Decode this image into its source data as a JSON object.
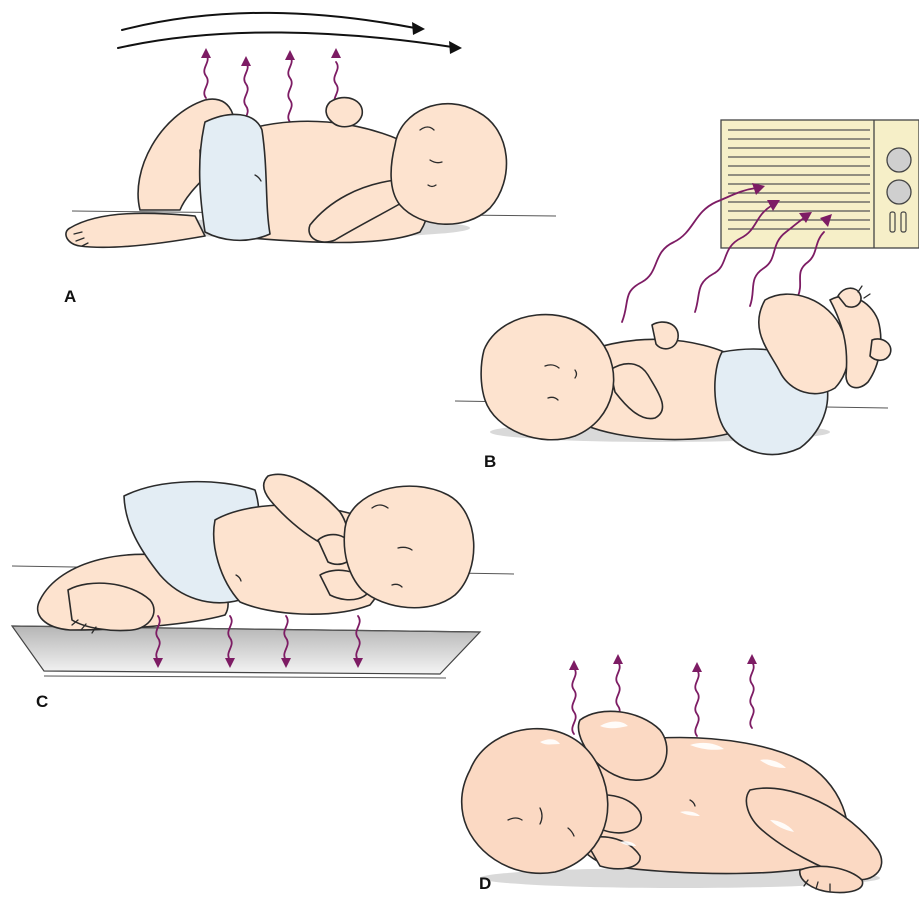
{
  "panels": {
    "a": {
      "label": "A"
    },
    "b": {
      "label": "B"
    },
    "c": {
      "label": "C"
    },
    "d": {
      "label": "D"
    }
  },
  "colors": {
    "heat_arrows": "#7d1c64",
    "skin": "#fde3cf",
    "diaper": "#e3edf4",
    "air_conditioner": "#f6efc8",
    "cold_surface": "#bdbdbd"
  }
}
